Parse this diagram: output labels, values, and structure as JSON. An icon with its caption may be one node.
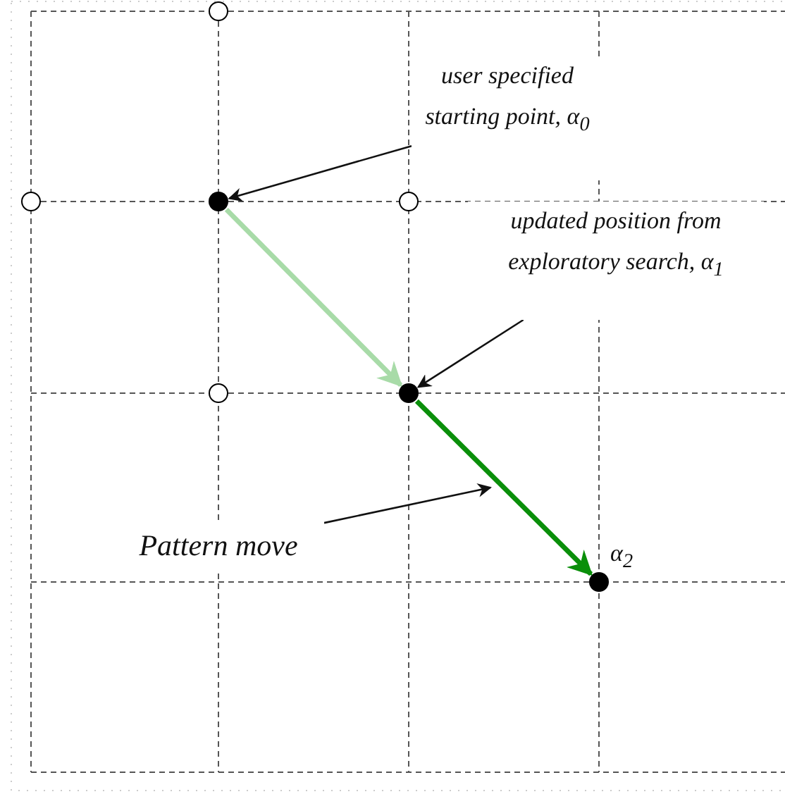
{
  "diagram": {
    "nodes": [
      {
        "text": [],
        "shape": "circle"
      },
      {
        "text": [
          "user specified starting point, α$_{0}$"
        ]
      },
      {
        "text": [],
        "shape": "circle"
      },
      {
        "text": [],
        "shape": "dot"
      },
      {
        "text": [],
        "shape": "circle"
      },
      {
        "text": [
          "updated position from exploratory search, α$_{1}$"
        ]
      },
      {
        "text": [],
        "shape": "circle"
      },
      {
        "text": [],
        "shape": "dot"
      },
      {
        "text": [
          "Pattern move"
        ]
      },
      {
        "text": [],
        "shape": "dot",
        "beside": [
          "α$_{2}$"
        ]
      }
    ],
    "edges": [
      {
        "from": 1,
        "to": 3,
        "arrow": "to"
      },
      {
        "from": 5,
        "to": 7,
        "arrow": "to"
      },
      {
        "from": 3,
        "to": 7,
        "arrow": "to",
        "style": "thick",
        "color": "#a8dba8"
      },
      {
        "from": 7,
        "to": 9,
        "arrow": "to",
        "style": "thick",
        "color": "#0a8f0a"
      },
      {
        "from": 8,
        "to": null,
        "arrow": "to"
      }
    ]
  }
}
